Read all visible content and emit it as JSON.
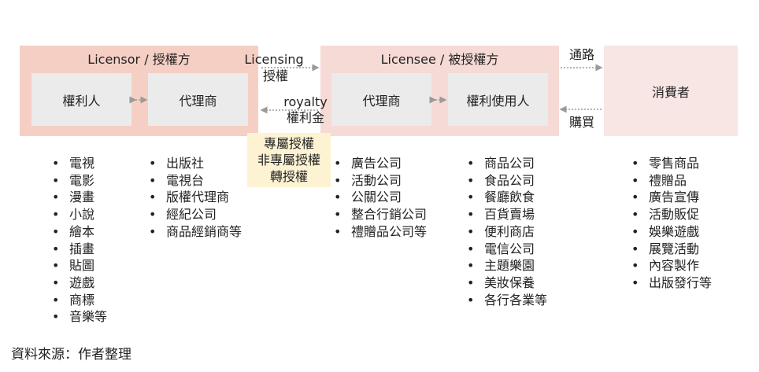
{
  "licensor": {
    "title": "Licensor / 授權方",
    "node1": "權利人",
    "node2": "代理商"
  },
  "licensee": {
    "title": "Licensee / 被授權方",
    "node1": "代理商",
    "node2": "權利使用人"
  },
  "consumer": {
    "label": "消費者"
  },
  "flows": {
    "licensing_en": "Licensing",
    "licensing_zh": "授權",
    "royalty_en": "royalty",
    "royalty_zh": "權利金",
    "channel": "通路",
    "purchase": "購買"
  },
  "license_types": [
    "專屬授權",
    "非專屬授權",
    "轉授權"
  ],
  "lists": {
    "rights_holders": [
      "電視",
      "電影",
      "漫畫",
      "小說",
      "繪本",
      "插畫",
      "貼圖",
      "遊戲",
      "商標",
      "音樂等"
    ],
    "licensor_agents": [
      "出版社",
      "電視台",
      "版權代理商",
      "經紀公司",
      "商品經銷商等"
    ],
    "licensee_agents": [
      "廣告公司",
      "活動公司",
      "公關公司",
      "整合行銷公司",
      "禮贈品公司等"
    ],
    "users": [
      "商品公司",
      "食品公司",
      "餐廳飲食",
      "百貨賣場",
      "便利商店",
      "電信公司",
      "主題樂園",
      "美妝保養",
      "各行各業等"
    ],
    "consumer_items": [
      "零售商品",
      "禮贈品",
      "廣告宣傳",
      "活動販促",
      "娛樂遊戲",
      "展覽活動",
      "內容製作",
      "出版發行等"
    ]
  },
  "source": "資料來源：作者整理",
  "colors": {
    "licensor_bg": "#f6cfc4",
    "licensee_bg": "#f6dad5",
    "consumer_bg": "#f7e6e4",
    "node_bg": "#ebebeb",
    "license_types_bg": "#fdf3d3",
    "arrow": "#9a9a9a"
  }
}
